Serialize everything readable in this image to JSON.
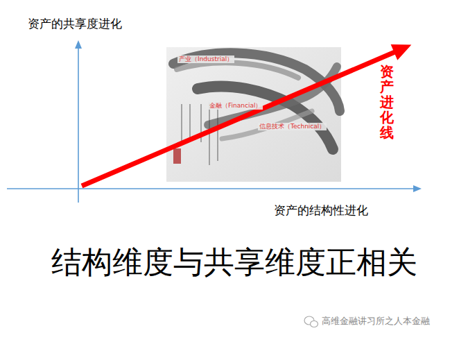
{
  "diagram": {
    "title": "结构维度与共享维度正相关",
    "labels": [
      "资产的共享度进化",
      "资产的结构性进化",
      "资产进化线",
      "产业（Industrial）",
      "金融（Financial）",
      "信息技术（Technical）",
      "高维金融讲习所之人本金融"
    ]
  }
}
